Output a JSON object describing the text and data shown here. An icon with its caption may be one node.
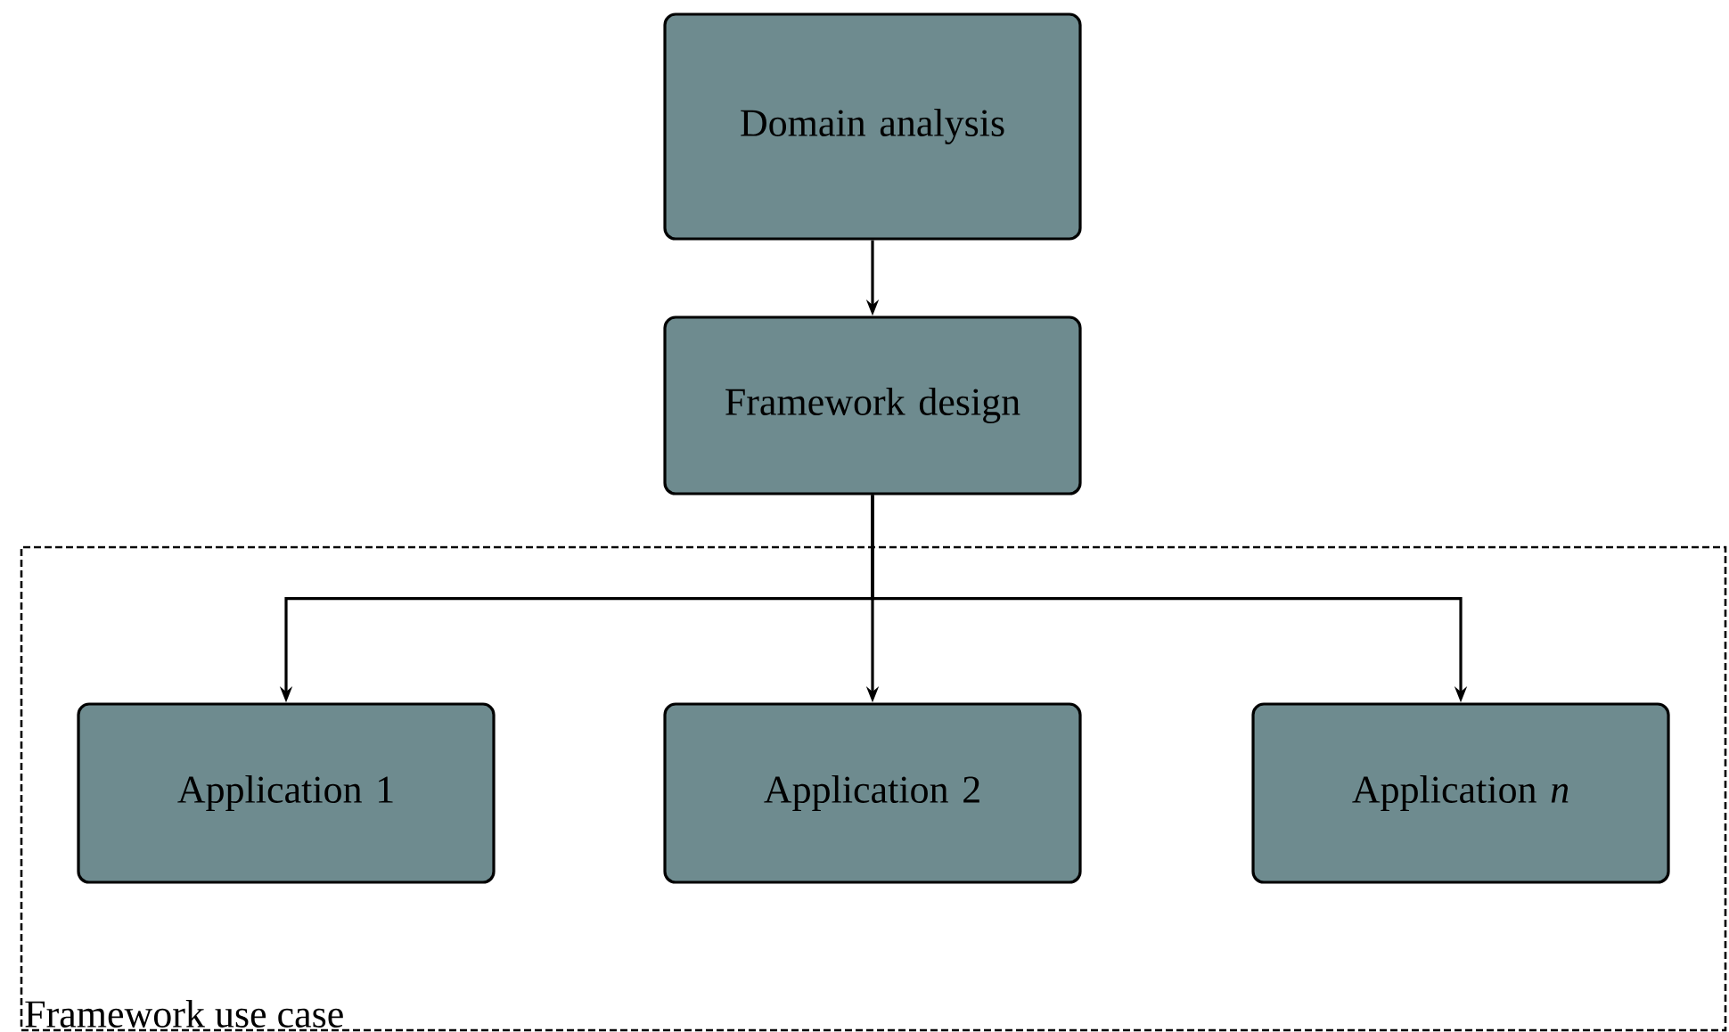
{
  "diagram": {
    "nodes": [
      {
        "text": [
          "Domain analysis"
        ]
      },
      {
        "text": [
          "Framework design"
        ]
      },
      {
        "text": [
          "Framework use case"
        ]
      },
      {
        "text": [
          "Application 1"
        ],
        "in": 2
      },
      {
        "text": [
          "Application 2"
        ],
        "in": 2
      },
      {
        "text": [
          "Application *n*"
        ],
        "in": 2
      }
    ],
    "edges": [
      {
        "from": 0,
        "to": 1,
        "arrow": "to"
      },
      {
        "from": 1,
        "to": 3,
        "arrow": "to"
      },
      {
        "from": 1,
        "to": 4,
        "arrow": "to"
      },
      {
        "from": 1,
        "to": 5,
        "arrow": "to"
      }
    ]
  }
}
